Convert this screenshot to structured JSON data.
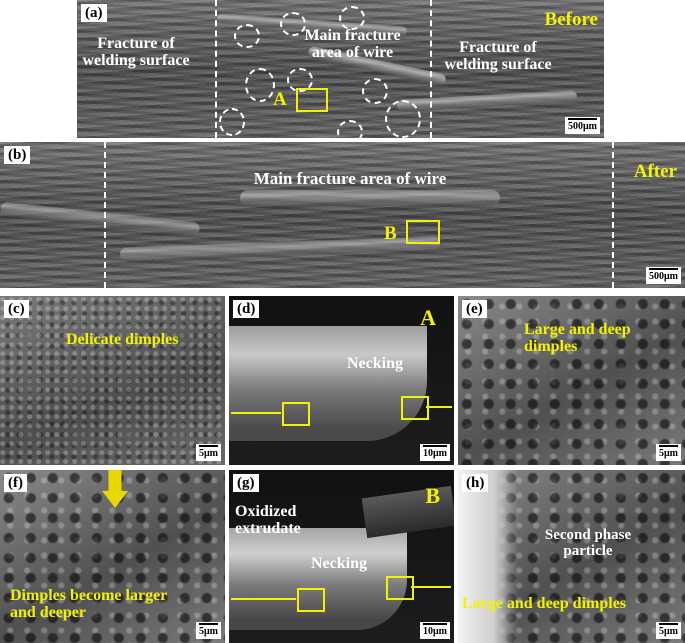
{
  "panels": {
    "a": {
      "label": "(a)",
      "state": "Before",
      "left_text": "Fracture of welding surface",
      "center_text": "Main fracture area of wire",
      "right_text": "Fracture of welding surface",
      "marker": "A",
      "scale": "500μm"
    },
    "b": {
      "label": "(b)",
      "state": "After",
      "center_text": "Main fracture area of wire",
      "marker": "B",
      "scale": "500μm"
    },
    "c": {
      "label": "(c)",
      "annotation": "Delicate dimples",
      "scale": "5μm"
    },
    "d": {
      "label": "(d)",
      "marker": "A",
      "annotation": "Necking",
      "scale": "10μm"
    },
    "e": {
      "label": "(e)",
      "annotation": "Large and deep dimples",
      "scale": "5μm"
    },
    "f": {
      "label": "(f)",
      "annotation": "Dimples become larger and deeper",
      "scale": "5μm"
    },
    "g": {
      "label": "(g)",
      "marker": "B",
      "annotation_top": "Oxidized extrudate",
      "annotation": "Necking",
      "scale": "10μm"
    },
    "h": {
      "label": "(h)",
      "annotation_top": "Second phase particle",
      "annotation": "Large and deep dimples",
      "scale": "5μm"
    }
  },
  "colors": {
    "annotation": "#f3f300",
    "label_bg": "#ffffff"
  }
}
